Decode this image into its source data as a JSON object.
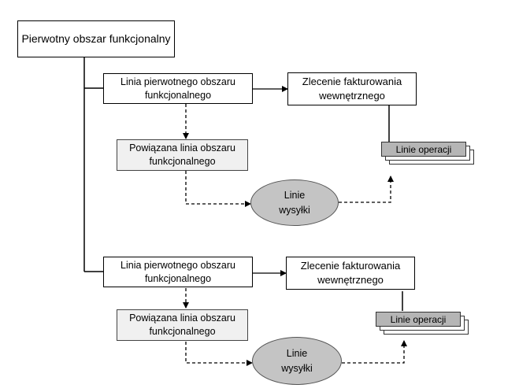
{
  "root": {
    "label": "Pierwotny obszar funkcjonalny"
  },
  "groups": [
    {
      "primary_line": "Linia pierwotnego obszaru funkcjonalnego",
      "billing_order": "Zlecenie fakturowania wewnętrznego",
      "related_line": "Powiązana linia obszaru funkcjonalnego",
      "shipment_lines": "Linie wysyłki",
      "operation_lines": "Linie operacji"
    },
    {
      "primary_line": "Linia pierwotnego obszaru funkcjonalnego",
      "billing_order": "Zlecenie fakturowania wewnętrznego",
      "related_line": "Powiązana linia obszaru funkcjonalnego",
      "shipment_lines": "Linie wysyłki",
      "operation_lines": "Linie operacji"
    }
  ],
  "colors": {
    "box_border": "#000000",
    "related_fill": "#f0f0f0",
    "ellipse_fill": "#c4c4c4",
    "operations_fill": "#b5b5b5"
  }
}
